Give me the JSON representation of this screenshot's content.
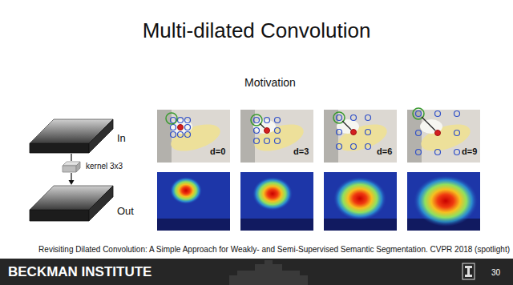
{
  "diagram": {
    "title": "Multi-dilated Convolution",
    "caption": "Revisiting Dilated Convolution: A Simple Approach for Weakly- and Semi-Supervised Semantic Segmentation. CVPR 2018 (spotlight)",
    "nodes": [
      {
        "text": [
          "In"
        ]
      },
      {
        "text": [
          "kernel 3x3"
        ]
      },
      {
        "text": [
          "Out"
        ]
      }
    ],
    "edges": [
      {
        "from": 0,
        "to": 1,
        "arrow": "none"
      },
      {
        "from": 1,
        "to": 2,
        "arrow": "to"
      }
    ],
    "labels": [
      "Motivation",
      "d=0",
      "d=3",
      "d=6",
      "d=9",
      "BECKMAN INSTITUTE",
      "30"
    ]
  }
}
